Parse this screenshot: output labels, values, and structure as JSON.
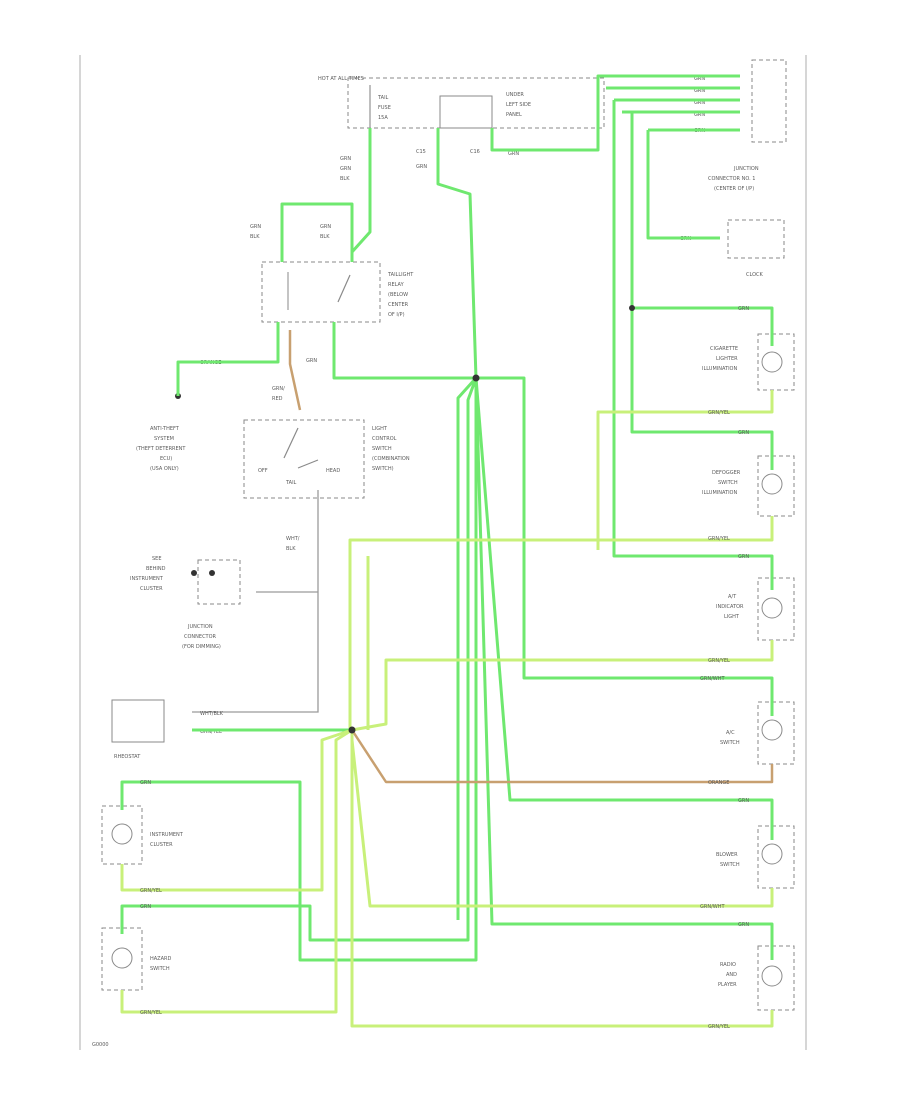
{
  "labels": {
    "hot_at_all_times": "HOT AT ALL TIMES",
    "tail_fuse": "TAIL",
    "fuse_word": "FUSE",
    "fuse_amp": "15A",
    "under_dash_1": "UNDER",
    "under_dash_2": "LEFT SIDE",
    "under_dash_3": "PANEL",
    "c15": "C15",
    "c16": "C16",
    "grn_wire": "GRN",
    "grn_blk": "GRN",
    "blk": "BLK",
    "taillight_relay_1": "TAILLIGHT",
    "taillight_relay_2": "RELAY",
    "taillight_relay_3": "(BELOW",
    "taillight_relay_4": "CENTER",
    "taillight_relay_5": "OF I/P)",
    "orange": "ORANGE",
    "antitheft_1": "ANTI-THEFT",
    "antitheft_2": "SYSTEM",
    "antitheft_3": "(THEFT DETERRENT",
    "antitheft_4": "ECU)",
    "antitheft_5": "(USA ONLY)",
    "grn_red": "GRN/",
    "red": "RED",
    "light_switch_1": "LIGHT",
    "light_switch_2": "CONTROL",
    "light_switch_3": "SWITCH",
    "light_switch_4": "(COMBINATION",
    "light_switch_5": "SWITCH)",
    "off": "OFF",
    "tail": "TAIL",
    "head": "HEAD",
    "wht_blk": "WHT/",
    "blk2": "BLK",
    "wht_blk_full": "WHT/BLK",
    "grn_yel": "GRN/YEL",
    "grn_wht": "GRN/WHT",
    "see_behind_1": "SEE",
    "see_behind_2": "BEHIND",
    "see_behind_3": "INSTRUMENT",
    "see_behind_4": "CLUSTER",
    "junction_bottom_1": "JUNCTION",
    "junction_bottom_2": "CONNECTOR",
    "junction_bottom_3": "(FOR DIMMING)",
    "rheostat": "RHEOSTAT",
    "junction_top_1": "JUNCTION",
    "junction_top_2": "CONNECTOR NO. 1",
    "junction_top_3": "(CENTER OF I/P)",
    "clock": "CLOCK",
    "cig_1": "CIGARETTE",
    "cig_2": "LIGHTER",
    "cig_3": "ILLUMINATION",
    "def_1": "DEFOGGER",
    "def_2": "SWITCH",
    "def_3": "ILLUMINATION",
    "at_1": "A/T",
    "at_2": "INDICATOR",
    "at_3": "LIGHT",
    "ac_1": "A/C",
    "ac_2": "SWITCH",
    "blower_1": "BLOWER",
    "blower_2": "SWITCH",
    "radio_1": "RADIO",
    "radio_2": "AND",
    "radio_3": "PLAYER",
    "cluster_1": "INSTRUMENT",
    "cluster_2": "CLUSTER",
    "hazard_1": "HAZARD",
    "hazard_2": "SWITCH",
    "figure_id": "G0000"
  }
}
